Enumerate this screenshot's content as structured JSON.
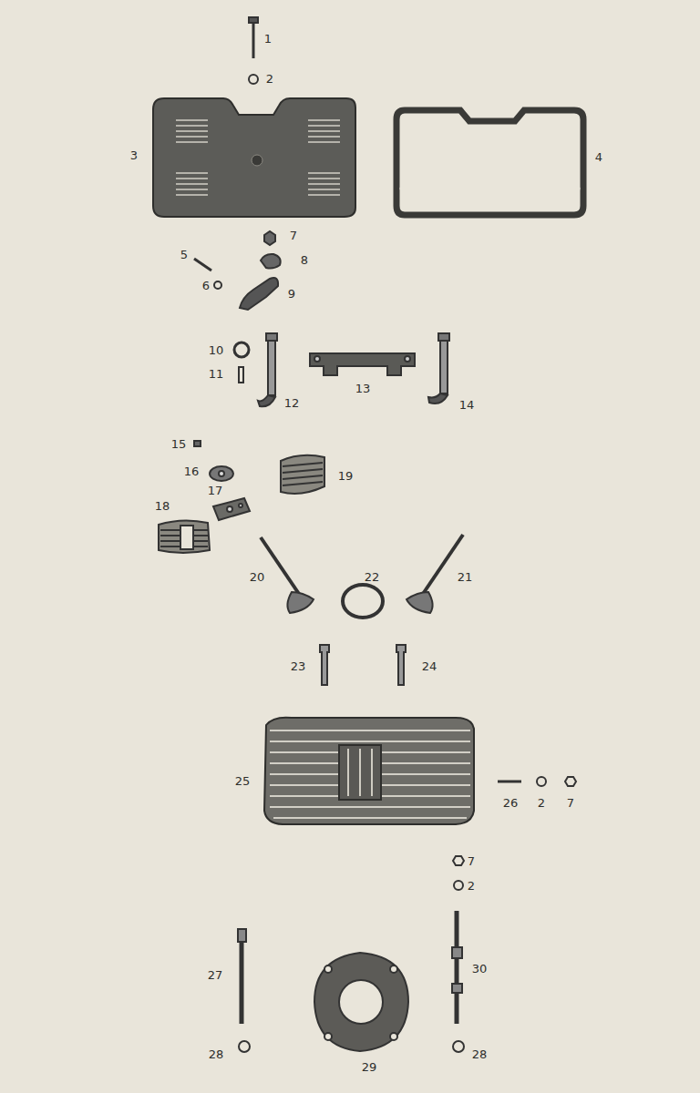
{
  "diagram": {
    "labels": [
      "1",
      "2",
      "3",
      "4",
      "7",
      "5",
      "8",
      "6",
      "9",
      "10",
      "12",
      "13",
      "14",
      "11",
      "15",
      "19",
      "16",
      "17",
      "18",
      "20",
      "22",
      "21",
      "23",
      "24",
      "25",
      "26",
      "2",
      "7",
      "7",
      "2",
      "27",
      "30",
      "28",
      "29",
      "28"
    ]
  }
}
